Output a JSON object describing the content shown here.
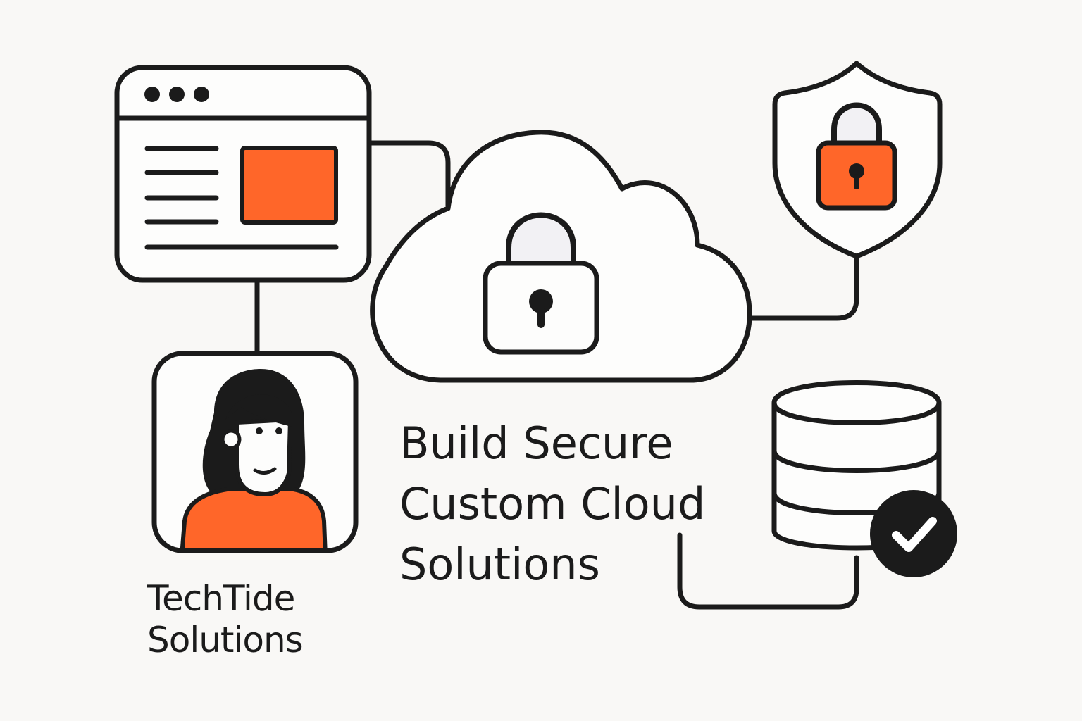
{
  "headline": {
    "line1": "Build Secure",
    "line2": "Custom Cloud",
    "line3": "Solutions"
  },
  "brand": {
    "line1": "TechTide",
    "line2": "Solutions"
  },
  "icons": {
    "browser": "browser-window-icon",
    "cloud": "cloud-lock-icon",
    "shield": "shield-lock-icon",
    "person": "user-avatar-icon",
    "database": "database-check-icon"
  },
  "colors": {
    "accent": "#ff6629",
    "ink": "#1b1b1b",
    "background": "#f9f8f6",
    "lock_body": "#f2f1f4"
  }
}
